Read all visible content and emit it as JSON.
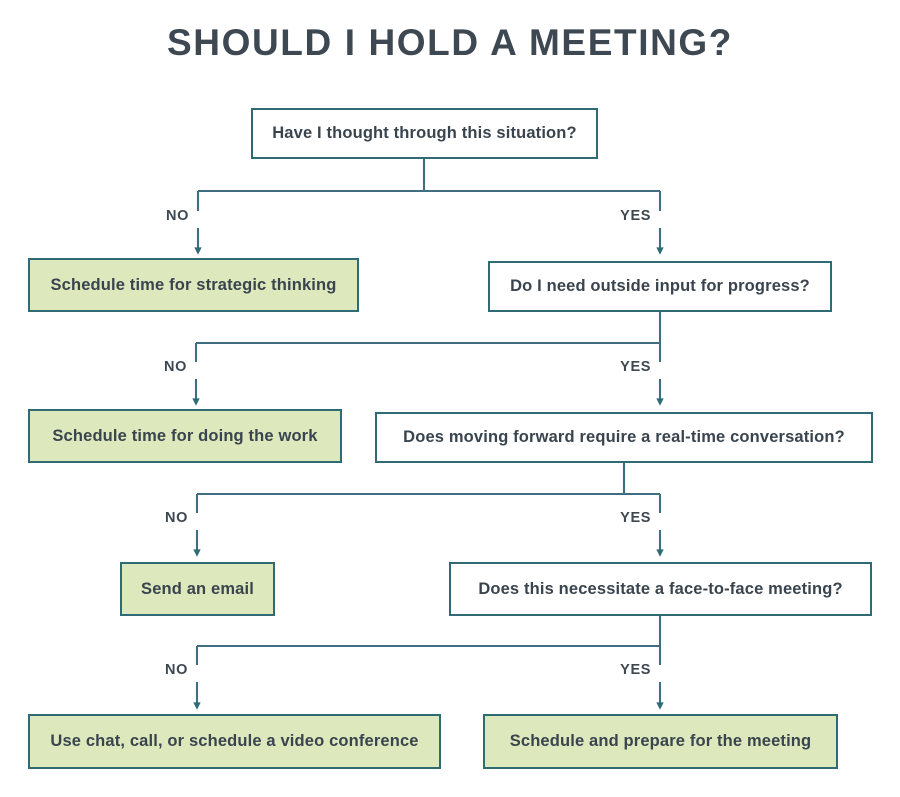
{
  "page": {
    "title": "SHOULD I HOLD A MEETING?",
    "background": "#ffffff"
  },
  "colors": {
    "title_text": "#3d4852",
    "node_border": "#2e6b75",
    "decision_fill": "#ffffff",
    "terminal_fill": "#dde8bd",
    "node_text": "#3a444e",
    "connector": "#3f6e80",
    "label_text": "#3d4852"
  },
  "chart_data": {
    "type": "diagram",
    "subtype": "decision-flowchart",
    "title": "SHOULD I HOLD A MEETING?",
    "orientation": "top-down",
    "branch_labels": [
      "NO",
      "YES"
    ],
    "nodes": [
      {
        "id": "q1",
        "kind": "decision",
        "text": "Have I thought through this situation?"
      },
      {
        "id": "t1",
        "kind": "terminal",
        "text": "Schedule time for strategic thinking"
      },
      {
        "id": "q2",
        "kind": "decision",
        "text": "Do I need outside input for progress?"
      },
      {
        "id": "t2",
        "kind": "terminal",
        "text": "Schedule time for doing the work"
      },
      {
        "id": "q3",
        "kind": "decision",
        "text": "Does moving forward require a real-time conversation?"
      },
      {
        "id": "t3",
        "kind": "terminal",
        "text": "Send an email"
      },
      {
        "id": "q4",
        "kind": "decision",
        "text": "Does this necessitate a face-to-face meeting?"
      },
      {
        "id": "t4",
        "kind": "terminal",
        "text": "Use chat, call, or schedule a video conference"
      },
      {
        "id": "t5",
        "kind": "terminal",
        "text": "Schedule and prepare for the meeting"
      }
    ],
    "edges": [
      {
        "from": "q1",
        "to": "t1",
        "label": "NO"
      },
      {
        "from": "q1",
        "to": "q2",
        "label": "YES"
      },
      {
        "from": "q2",
        "to": "t2",
        "label": "NO"
      },
      {
        "from": "q2",
        "to": "q3",
        "label": "YES"
      },
      {
        "from": "q3",
        "to": "t3",
        "label": "NO"
      },
      {
        "from": "q3",
        "to": "q4",
        "label": "YES"
      },
      {
        "from": "q4",
        "to": "t4",
        "label": "NO"
      },
      {
        "from": "q4",
        "to": "t5",
        "label": "YES"
      }
    ]
  },
  "nodes": {
    "q1": {
      "text": "Have I thought through this situation?"
    },
    "t1": {
      "text": "Schedule time for strategic thinking"
    },
    "q2": {
      "text": "Do I need outside input for progress?"
    },
    "t2": {
      "text": "Schedule time for doing the work"
    },
    "q3": {
      "text": "Does moving forward require a real-time conversation?"
    },
    "t3": {
      "text": "Send an email"
    },
    "q4": {
      "text": "Does this necessitate a face-to-face meeting?"
    },
    "t4": {
      "text": "Use chat, call, or schedule a video conference"
    },
    "t5": {
      "text": "Schedule and prepare for the meeting"
    }
  },
  "labels": {
    "b1_no": "NO",
    "b1_yes": "YES",
    "b2_no": "NO",
    "b2_yes": "YES",
    "b3_no": "NO",
    "b3_yes": "YES",
    "b4_no": "NO",
    "b4_yes": "YES"
  }
}
